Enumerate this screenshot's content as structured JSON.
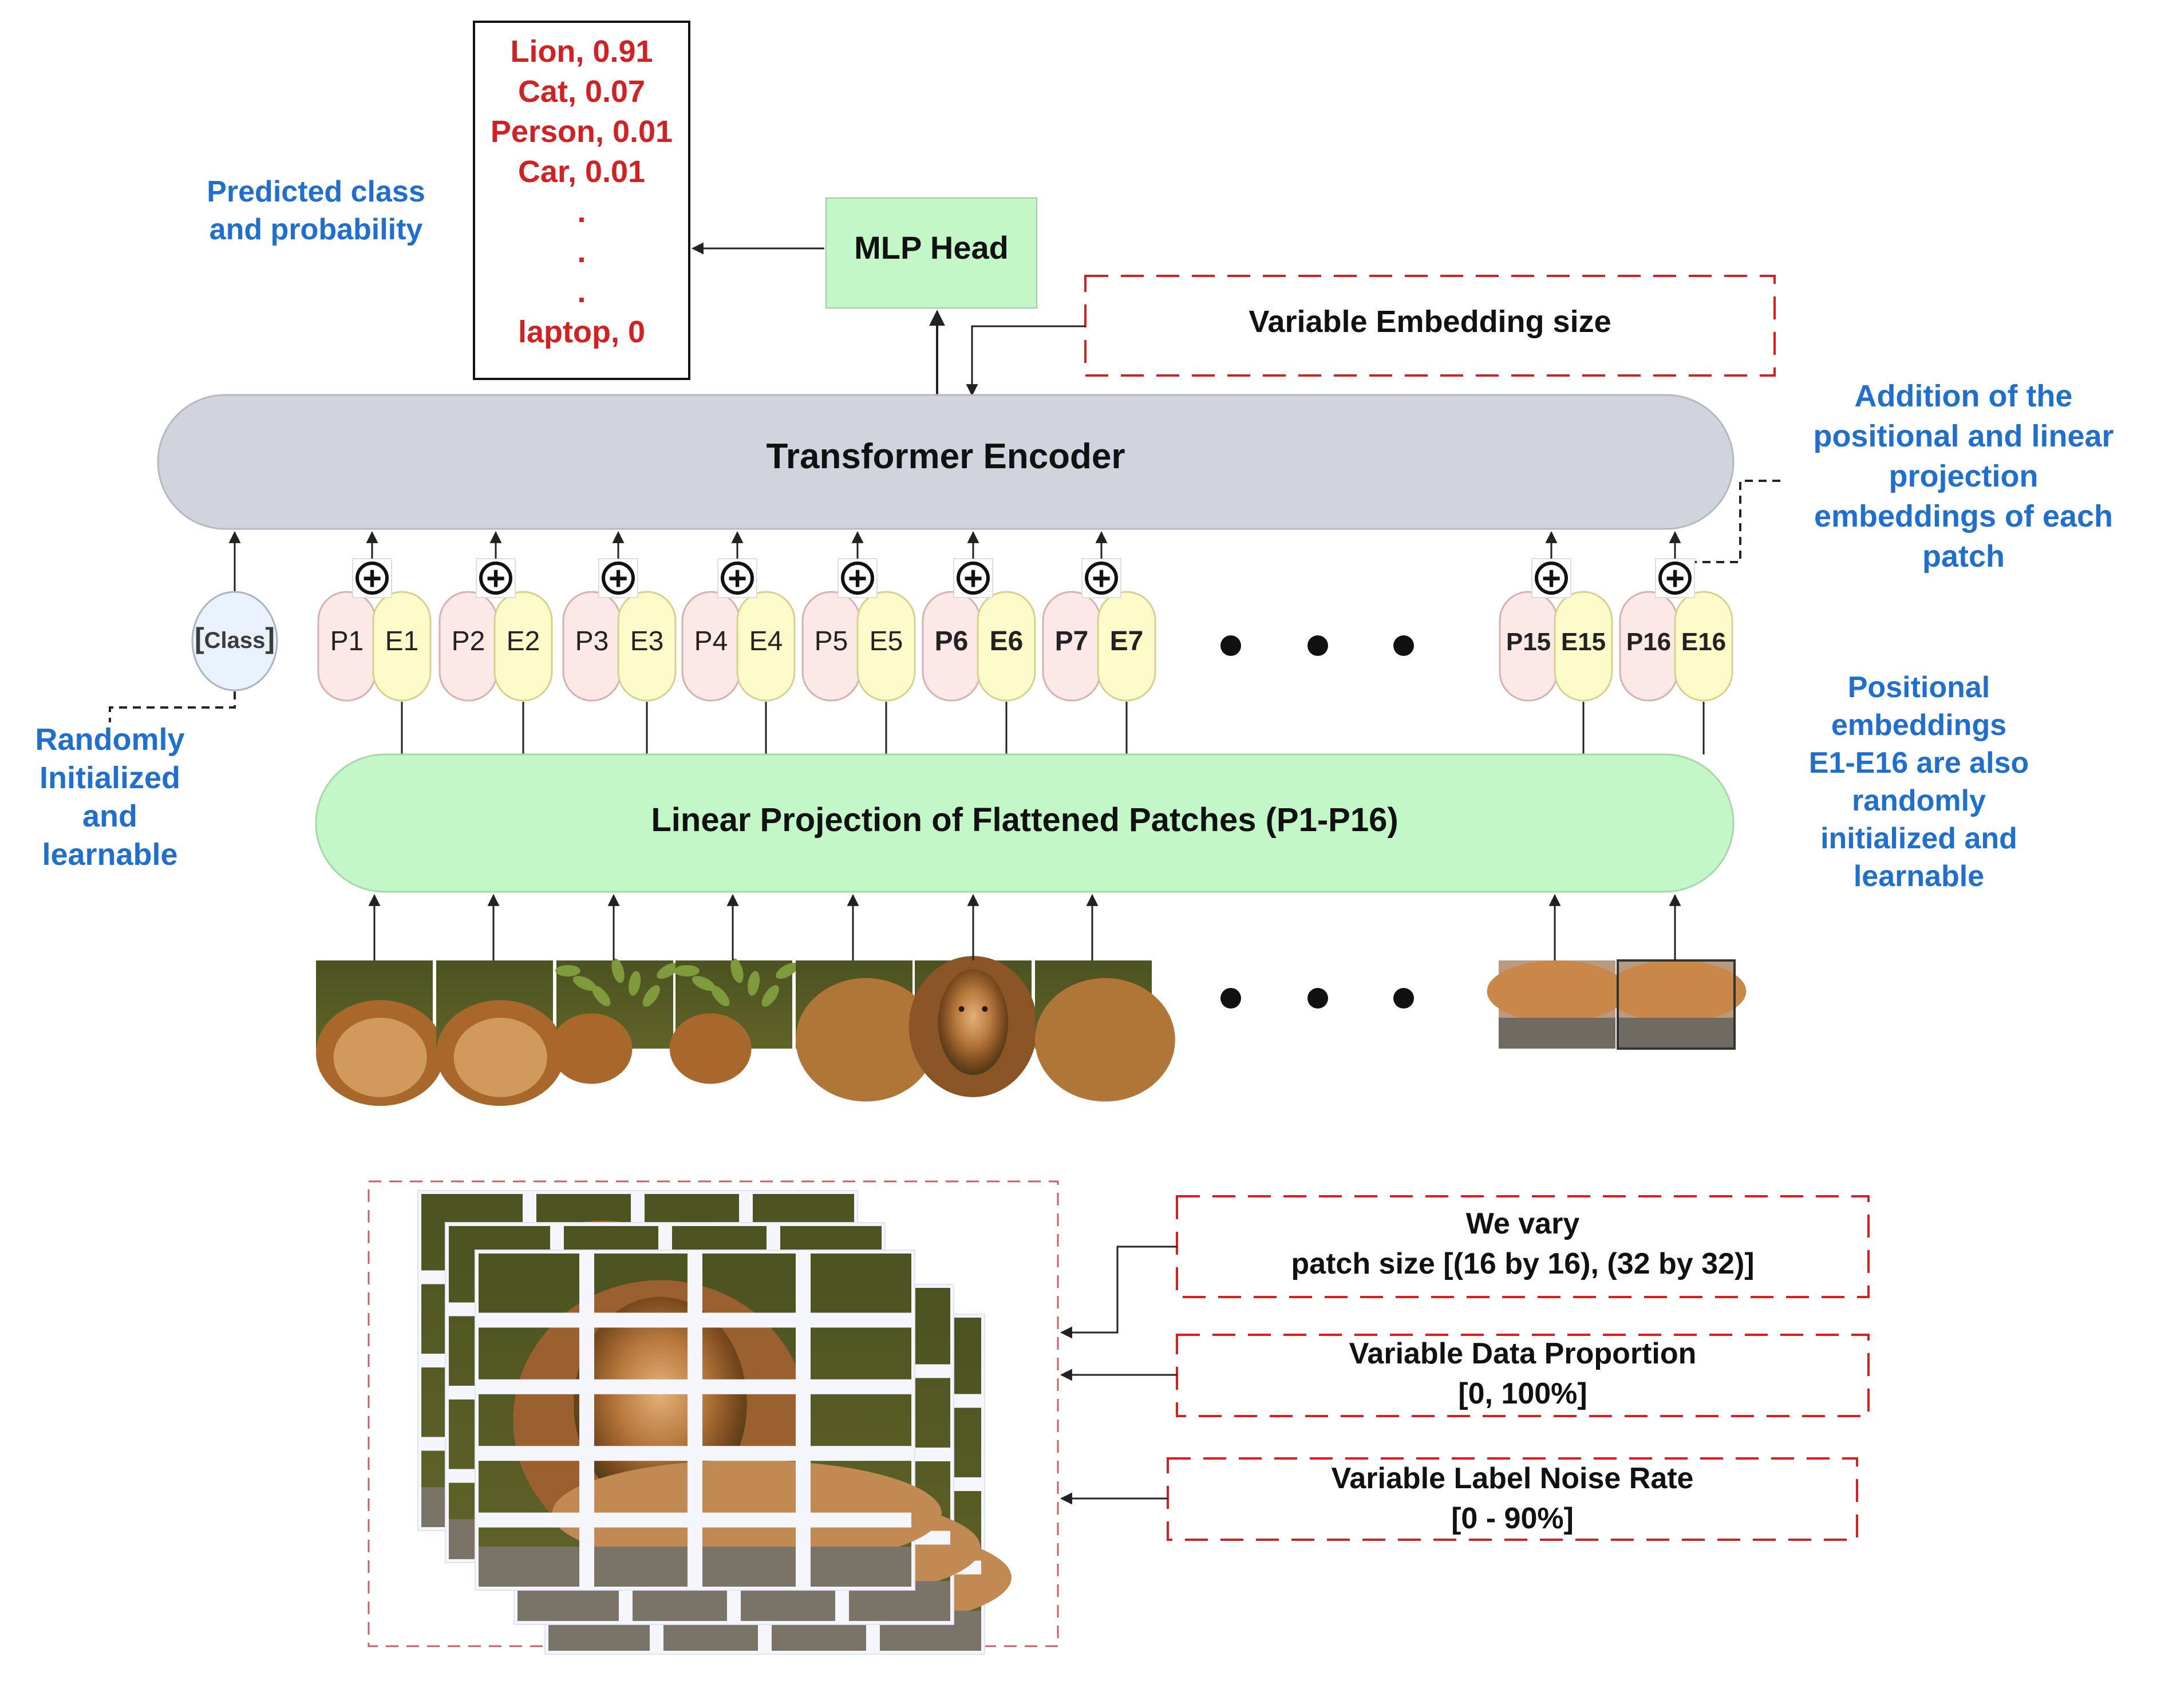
{
  "prediction_box": {
    "lines": [
      "Lion, 0.91",
      "Cat, 0.07",
      "Person, 0.01",
      "Car, 0.01",
      ".",
      ".",
      ".",
      "laptop, 0"
    ]
  },
  "annotations": {
    "predicted": [
      "Predicted class",
      "and probability"
    ],
    "randomly": [
      "Randomly",
      "Initialized",
      "and",
      "learnable"
    ],
    "addition": [
      "Addition of the",
      "positional and linear",
      "projection",
      "embeddings of each",
      "patch"
    ],
    "positional": [
      "Positional",
      "embeddings",
      "E1-E16 are also",
      "randomly",
      "initialized and",
      "learnable"
    ]
  },
  "mlp_head": {
    "label": "MLP Head"
  },
  "embedding_size": {
    "label": "Variable Embedding size"
  },
  "transformer": {
    "label": "Transformer Encoder"
  },
  "class_token": {
    "bracket": "[",
    "label": "Class",
    "bracket_close": "]"
  },
  "plus_symbol": "+",
  "tokens": [
    {
      "p": "P1",
      "e": "E1"
    },
    {
      "p": "P2",
      "e": "E2"
    },
    {
      "p": "P3",
      "e": "E3"
    },
    {
      "p": "P4",
      "e": "E4"
    },
    {
      "p": "P5",
      "e": "E5"
    },
    {
      "p": "P6",
      "e": "E6"
    },
    {
      "p": "P7",
      "e": "E7"
    },
    {
      "p": "P15",
      "e": "E15"
    },
    {
      "p": "P16",
      "e": "E16"
    }
  ],
  "linear_projection": {
    "label": "Linear Projection of Flattened Patches (P1-P16)"
  },
  "experiments": {
    "patch_size": [
      "We vary",
      "patch size [(16 by 16), (32 by 32)]"
    ],
    "data_proportion": [
      "Variable Data Proportion",
      "[0, 100%]"
    ],
    "label_noise": [
      "Variable Label Noise Rate",
      "[0 - 90%]"
    ]
  },
  "colors": {
    "red_text": "#d42020",
    "blue_text": "#1e6fd0",
    "mlp_fill": "#c3f7c7",
    "encoder_fill": "#d0d5dd",
    "projection_fill": "#c3f7c7",
    "patch_fill": "#fde8e8",
    "embedding_fill": "#fbfac8",
    "class_fill": "#e8f1fc",
    "dash_red": "#d62020"
  },
  "icons": {
    "plus": "circled-plus-icon",
    "ellipsis": "ellipsis-dots-icon",
    "image": "lion-photo-patch"
  }
}
